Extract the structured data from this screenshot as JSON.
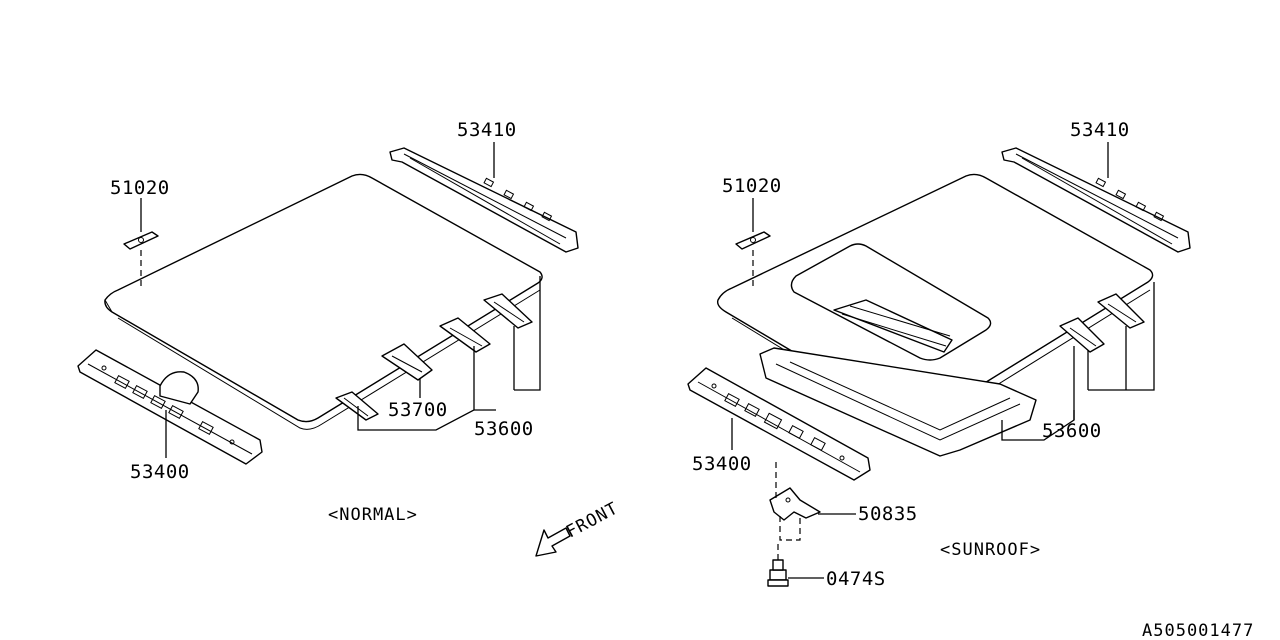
{
  "labels": {
    "normal_53410": "53410",
    "normal_51020": "51020",
    "normal_53700": "53700",
    "normal_53600": "53600",
    "normal_53400": "53400",
    "sunroof_53410": "53410",
    "sunroof_51020": "51020",
    "sunroof_53600": "53600",
    "sunroof_53400": "53400",
    "sunroof_50835": "50835",
    "sunroof_0474S": "0474S"
  },
  "captions": {
    "normal": "<NORMAL>",
    "sunroof": "<SUNROOF>",
    "front": "FRONT"
  },
  "diagram_id": "A505001477"
}
